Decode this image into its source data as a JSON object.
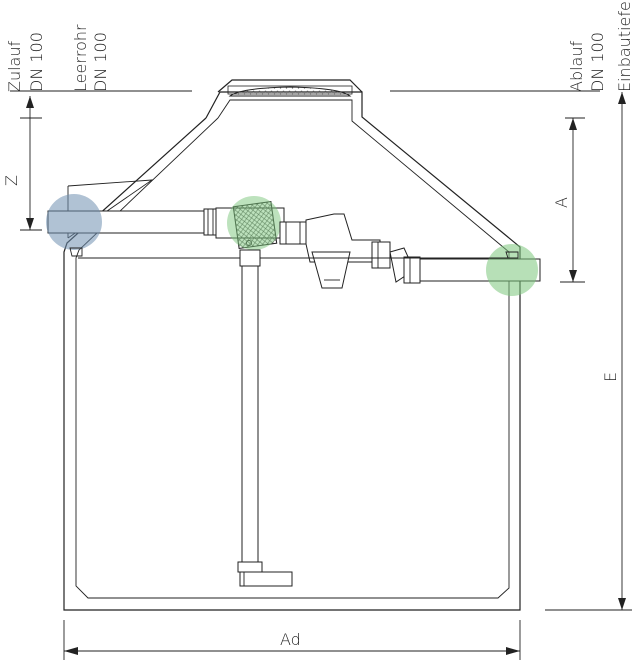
{
  "labels": {
    "zulauf": "Zulauf",
    "zulauf_dn": "DN 100",
    "leerrohr": "Leerrohr",
    "leerrohr_dn": "DN 100",
    "ablauf": "Ablauf",
    "ablauf_dn": "DN 100",
    "einbautiefe": "Einbautiefe",
    "dim_z": "Z",
    "dim_a": "A",
    "dim_e": "E",
    "dim_ad": "Ad"
  },
  "colors": {
    "inlet_highlight": "#6f8fb0",
    "outlet_highlight": "#7cc67c",
    "filter_highlight": "#7cc67c",
    "line": "#222222"
  }
}
